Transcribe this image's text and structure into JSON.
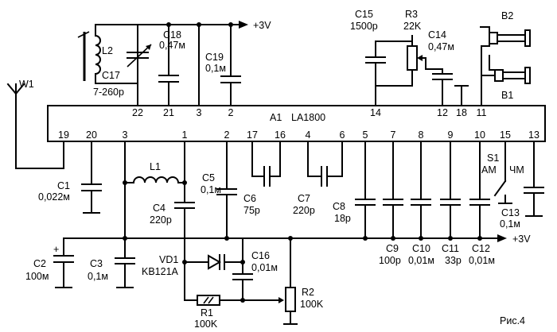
{
  "ic": {
    "ref": "A1",
    "part": "LA1800",
    "top_pins": [
      "22",
      "21",
      "3",
      "2",
      "14",
      "12",
      "18",
      "11"
    ],
    "bottom_pins": [
      "19",
      "20",
      "3",
      "1",
      "2",
      "17",
      "16",
      "4",
      "6",
      "5",
      "7",
      "8",
      "9",
      "10",
      "15",
      "13"
    ]
  },
  "supply": {
    "top": "+3V",
    "bottom": "+3V"
  },
  "antenna": "W1",
  "components": {
    "L2": "L2",
    "C17_ref": "C17",
    "C17_val": "7-260p",
    "C18_ref": "C18",
    "C18_val": "0,47м",
    "C19_ref": "C19",
    "C19_val": "0,1м",
    "C15_ref": "C15",
    "C15_val": "1500p",
    "R3_ref": "R3",
    "R3_val": "22K",
    "C14_ref": "C14",
    "C14_val": "0,47м",
    "B2": "B2",
    "B1": "B1",
    "C1_ref": "C1",
    "C1_val": "0,022м",
    "L1": "L1",
    "C5_ref": "C5",
    "C5_val": "0,1м",
    "C4_ref": "C4",
    "C4_val": "220p",
    "C6_ref": "C6",
    "C6_val": "75p",
    "C7_ref": "C7",
    "C7_val": "220p",
    "C8_ref": "C8",
    "C8_val": "18p",
    "S1": "S1",
    "AM": "АМ",
    "FM": "ЧМ",
    "C13_ref": "C13",
    "C13_val": "0,1м",
    "C2_ref": "C2",
    "C2_val": "100м",
    "C3_ref": "C3",
    "C3_val": "0,1м",
    "VD1_ref": "VD1",
    "VD1_val": "KB121A",
    "C16_ref": "C16",
    "C16_val": "0,01м",
    "R1_ref": "R1",
    "R1_val": "100K",
    "R2_ref": "R2",
    "R2_val": "100K",
    "C9_ref": "C9",
    "C9_val": "100p",
    "C10_ref": "C10",
    "C10_val": "0,01м",
    "C11_ref": "C11",
    "C11_val": "33p",
    "C12_ref": "C12",
    "C12_val": "0,01м"
  },
  "caption": "Рис.4"
}
